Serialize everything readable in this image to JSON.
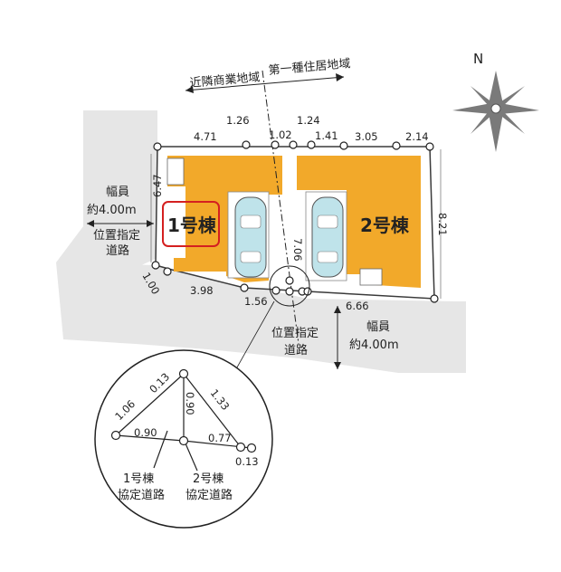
{
  "colors": {
    "road": "#e6e6e6",
    "lot": "#f2a92a",
    "parking": "#ffffff",
    "car": "#bfe3ea",
    "outline": "#3a3a3a",
    "highlight": "#d42020",
    "compass": "#7a7a7a"
  },
  "zoning": {
    "left": "近隣商業地域",
    "right": "第一種住居地域"
  },
  "compass": {
    "north": "N",
    "icon": "compass-rose-icon"
  },
  "buildings": {
    "building1": "1号棟",
    "building2": "2号棟"
  },
  "roads": {
    "west": {
      "width_label": "幅員",
      "width_value": "約4.00m",
      "type_line1": "位置指定",
      "type_line2": "道路"
    },
    "south": {
      "width_label": "幅員",
      "width_value": "約4.00m",
      "type_line1": "位置指定",
      "type_line2": "道路"
    }
  },
  "dimensions": {
    "top_471": "4.71",
    "top_126": "1.26",
    "top_102": "1.02",
    "top_124": "1.24",
    "top_141": "1.41",
    "top_305": "3.05",
    "top_214": "2.14",
    "left_647": "6.47",
    "right_821": "8.21",
    "center_706": "7.06",
    "corner_100": "1.00",
    "bottom_398": "3.98",
    "bottom_156": "1.56",
    "bottom_666": "6.66"
  },
  "detail": {
    "d_013_top": "0.13",
    "d_106": "1.06",
    "d_090_v": "0.90",
    "d_133": "1.33",
    "d_090_h": "0.90",
    "d_077": "0.77",
    "d_013_bottom": "0.13",
    "road1_line1": "1号棟",
    "road1_line2": "協定道路",
    "road2_line1": "2号棟",
    "road2_line2": "協定道路"
  }
}
